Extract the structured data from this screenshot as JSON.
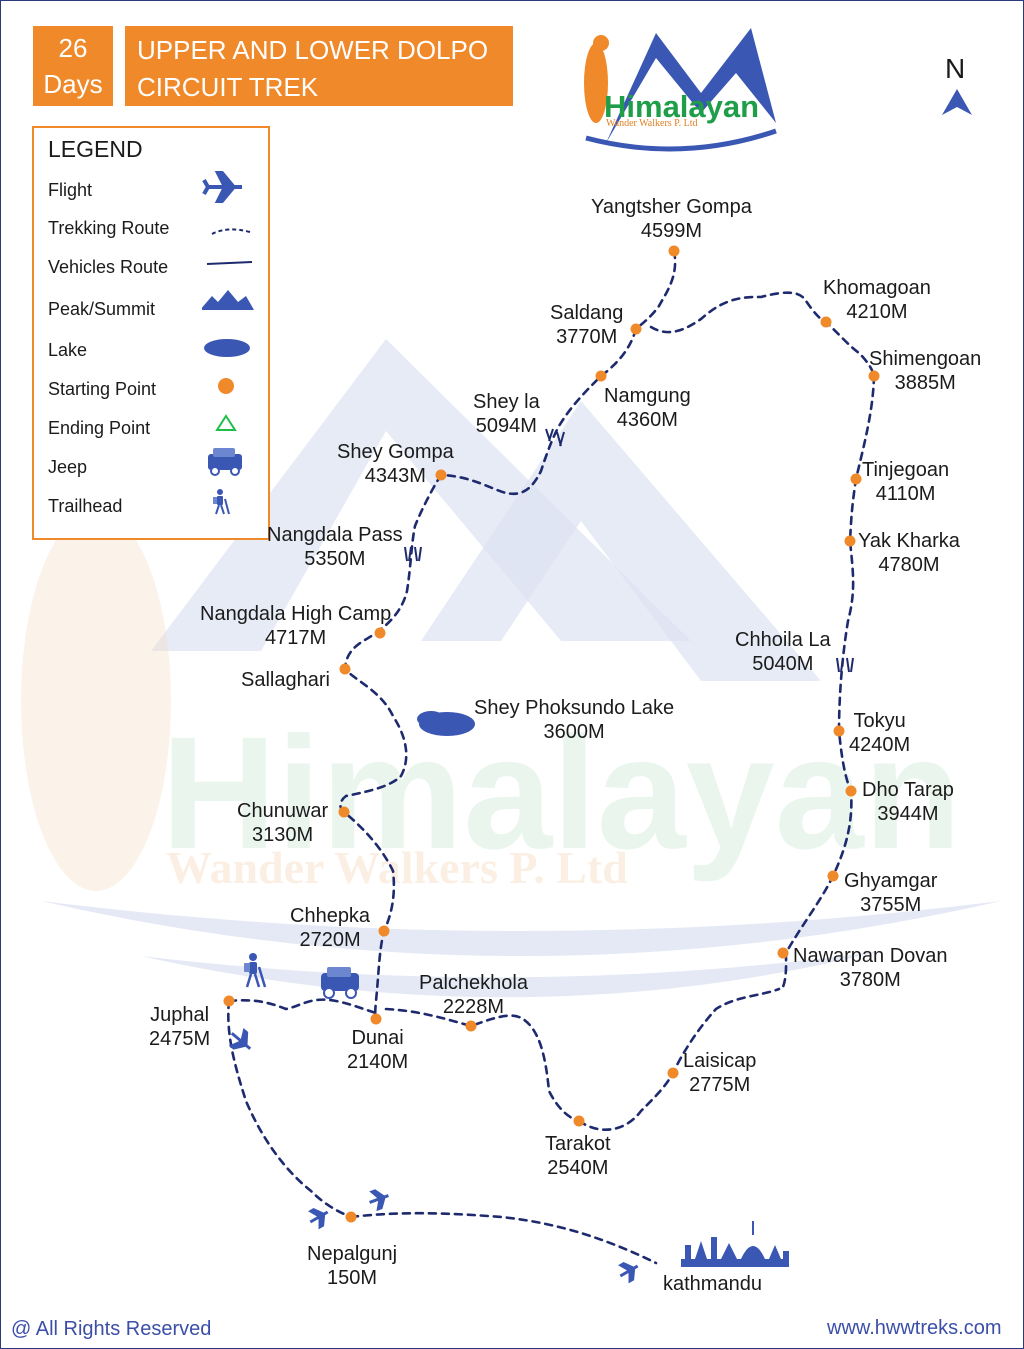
{
  "header": {
    "days_number": "26",
    "days_label": "Days",
    "title_line1": "UPPER AND LOWER DOLPO",
    "title_line2": "CIRCUIT TREK"
  },
  "legend": {
    "title": "LEGEND",
    "items": [
      {
        "label": "Flight",
        "icon": "airplane-icon"
      },
      {
        "label": "Trekking Route",
        "icon": "dashed-line"
      },
      {
        "label": "Vehicles Route",
        "icon": "solid-line"
      },
      {
        "label": "Peak/Summit",
        "icon": "mountain-icon"
      },
      {
        "label": "Lake",
        "icon": "lake-icon"
      },
      {
        "label": "Starting Point",
        "icon": "orange-dot"
      },
      {
        "label": "Ending Point",
        "icon": "green-triangle"
      },
      {
        "label": "Jeep",
        "icon": "jeep-icon"
      },
      {
        "label": "Trailhead",
        "icon": "hiker-icon"
      }
    ]
  },
  "logo": {
    "name": "Himalayan",
    "sub": "Wander Walkers P. Ltd"
  },
  "compass": {
    "label": "N"
  },
  "watermark": {
    "line1": "Himalayan",
    "line2": "Wander Walkers P. Ltd"
  },
  "places": [
    {
      "name": "Yangtsher Gompa",
      "alt": "4599M"
    },
    {
      "name": "Khomagoan",
      "alt": "4210M"
    },
    {
      "name": "Saldang",
      "alt": "3770M"
    },
    {
      "name": "Shimengoan",
      "alt": "3885M"
    },
    {
      "name": "Namgung",
      "alt": "4360M"
    },
    {
      "name": "Shey la",
      "alt": "5094M"
    },
    {
      "name": "Shey Gompa",
      "alt": "4343M"
    },
    {
      "name": "Tinjegoan",
      "alt": "4110M"
    },
    {
      "name": "Nangdala Pass",
      "alt": "5350M"
    },
    {
      "name": "Yak Kharka",
      "alt": "4780M"
    },
    {
      "name": "Nangdala High Camp",
      "alt": "4717M"
    },
    {
      "name": "Chhoila La",
      "alt": "5040M"
    },
    {
      "name": "Sallaghari",
      "alt": ""
    },
    {
      "name": "Shey Phoksundo Lake",
      "alt": "3600M"
    },
    {
      "name": "Tokyu",
      "alt": "4240M"
    },
    {
      "name": "Dho Tarap",
      "alt": "3944M"
    },
    {
      "name": "Chunuwar",
      "alt": "3130M"
    },
    {
      "name": "Ghyamgar",
      "alt": "3755M"
    },
    {
      "name": "Chhepka",
      "alt": "2720M"
    },
    {
      "name": "Nawarpan Dovan",
      "alt": "3780M"
    },
    {
      "name": "Palchekhola",
      "alt": "2228M"
    },
    {
      "name": "Juphal",
      "alt": "2475M"
    },
    {
      "name": "Dunai",
      "alt": "2140M"
    },
    {
      "name": "Laisicap",
      "alt": "2775M"
    },
    {
      "name": "Tarakot",
      "alt": "2540M"
    },
    {
      "name": "Nepalgunj",
      "alt": "150M"
    },
    {
      "name": "kathmandu",
      "alt": ""
    }
  ],
  "footer": {
    "left": "@ All Rights Reserved",
    "right": "www.hwwtreks.com"
  },
  "colors": {
    "accent": "#f0892a",
    "route": "#1e2a6e",
    "icon_blue": "#3b57b4",
    "green": "#1f9e4a"
  }
}
